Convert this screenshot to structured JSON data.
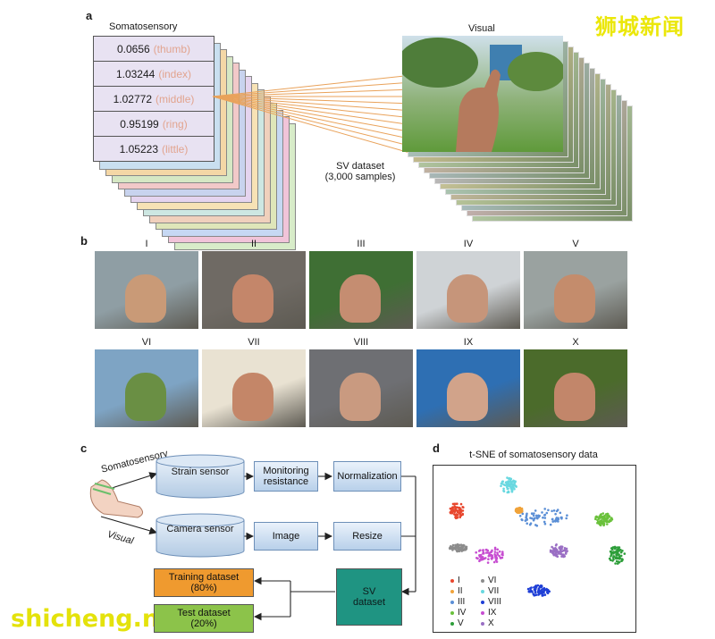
{
  "watermark": {
    "cn": "狮城新闻",
    "en": "shicheng.news"
  },
  "panel_a": {
    "letter": "a",
    "somatosensory_title": "Somatosensory",
    "visual_title": "Visual",
    "rows": [
      {
        "value": "0.0656",
        "finger": "(thumb)"
      },
      {
        "value": "1.03244",
        "finger": "(index)"
      },
      {
        "value": "1.02772",
        "finger": "(middle)"
      },
      {
        "value": "0.95199",
        "finger": "(ring)"
      },
      {
        "value": "1.05223",
        "finger": "(little)"
      }
    ],
    "dataset_label": "SV dataset",
    "dataset_samples": "(3,000 samples)",
    "stack_colors": [
      "#c9dff0",
      "#f4d7a6",
      "#d6e8c4",
      "#f2c9c9",
      "#c8d3ee",
      "#e5d4ef",
      "#f7e2b5",
      "#cde7e2",
      "#f0d0bc",
      "#dfe6b9",
      "#c6d8f3",
      "#f1c4d9",
      "#d8ecc9"
    ]
  },
  "panel_b": {
    "letter": "b",
    "gestures": [
      "I",
      "II",
      "III",
      "IV",
      "V",
      "VI",
      "VII",
      "VIII",
      "IX",
      "X"
    ]
  },
  "panel_c": {
    "letter": "c",
    "somatosensory_label": "Somatosensory",
    "visual_label": "Visual",
    "strain_sensor": "Strain sensor",
    "monitoring": "Monitoring resistance",
    "normalization": "Normalization",
    "camera_sensor": "Camera sensor",
    "image": "Image",
    "resize": "Resize",
    "sv_dataset": "SV dataset",
    "training": "Training dataset",
    "training_pct": "(80%)",
    "test": "Test dataset",
    "test_pct": "(20%)"
  },
  "panel_d": {
    "letter": "d",
    "title": "t-SNE of somatosensory data",
    "legend": [
      {
        "label": "I",
        "color": "#e8472e"
      },
      {
        "label": "II",
        "color": "#f0a33a"
      },
      {
        "label": "III",
        "color": "#5b8fd6"
      },
      {
        "label": "IV",
        "color": "#6ac13b"
      },
      {
        "label": "V",
        "color": "#2e9e3a"
      },
      {
        "label": "VI",
        "color": "#8c8c8c"
      },
      {
        "label": "VII",
        "color": "#69d8e0"
      },
      {
        "label": "VIII",
        "color": "#1f3fd6"
      },
      {
        "label": "IX",
        "color": "#c74dd1"
      },
      {
        "label": "X",
        "color": "#9a6fc4"
      }
    ]
  }
}
